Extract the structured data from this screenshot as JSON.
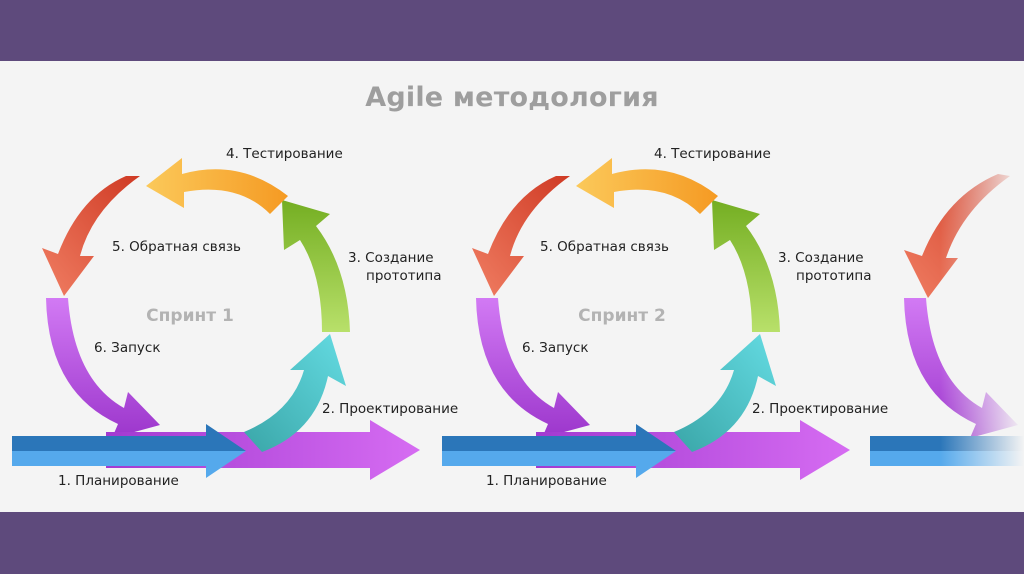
{
  "title": "Agile методология",
  "sprints": [
    {
      "name": "Спринт 1",
      "steps": {
        "planning": "1. Планирование",
        "design": "2. Проектирование",
        "prototype_line1": "3. Создание",
        "prototype_line2": "прототипа",
        "testing": "4. Тестирование",
        "feedback": "5. Обратная связь",
        "launch": "6. Запуск"
      }
    },
    {
      "name": "Спринт 2",
      "steps": {
        "planning": "1. Планирование",
        "design": "2. Проектирование",
        "prototype_line1": "3. Создание",
        "prototype_line2": "прототипа",
        "testing": "4. Тестирование",
        "feedback": "5. Обратная связь",
        "launch": "6. Запуск"
      }
    }
  ],
  "colors": {
    "header_band": "#5e4a7c",
    "panel": "#f4f4f4",
    "planning": "#3d8fd6",
    "design": "#47c2c7",
    "prototype": "#8ec53a",
    "testing": "#f7ad3a",
    "feedback": "#e0543a",
    "launch": "#b84ce0"
  }
}
